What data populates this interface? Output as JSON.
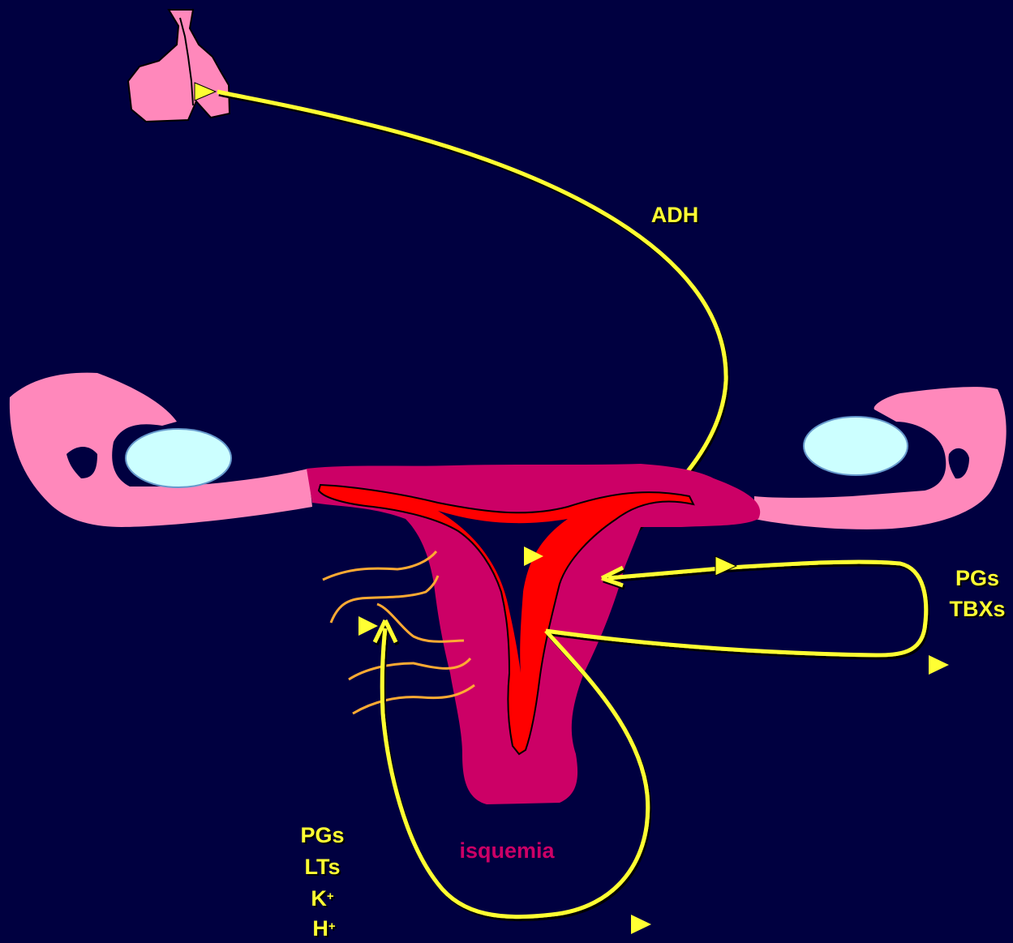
{
  "labels": {
    "adh": "ADH",
    "right_pgs": "PGs",
    "right_tbxs": "TBXs",
    "left_pgs": "PGs",
    "left_lts": "LTs",
    "left_k": "K",
    "left_k_sup": "+",
    "left_h": "H",
    "left_h_sup": "+",
    "isquemia": "isquemia"
  },
  "colors": {
    "background": "#000040",
    "arrow": "#ffff33",
    "tube_pink": "#ff88bb",
    "uterus_magenta": "#cc0066",
    "endometrium_red": "#ff0000",
    "ovary": "#ccffff",
    "nerve": "#ffaa33"
  }
}
